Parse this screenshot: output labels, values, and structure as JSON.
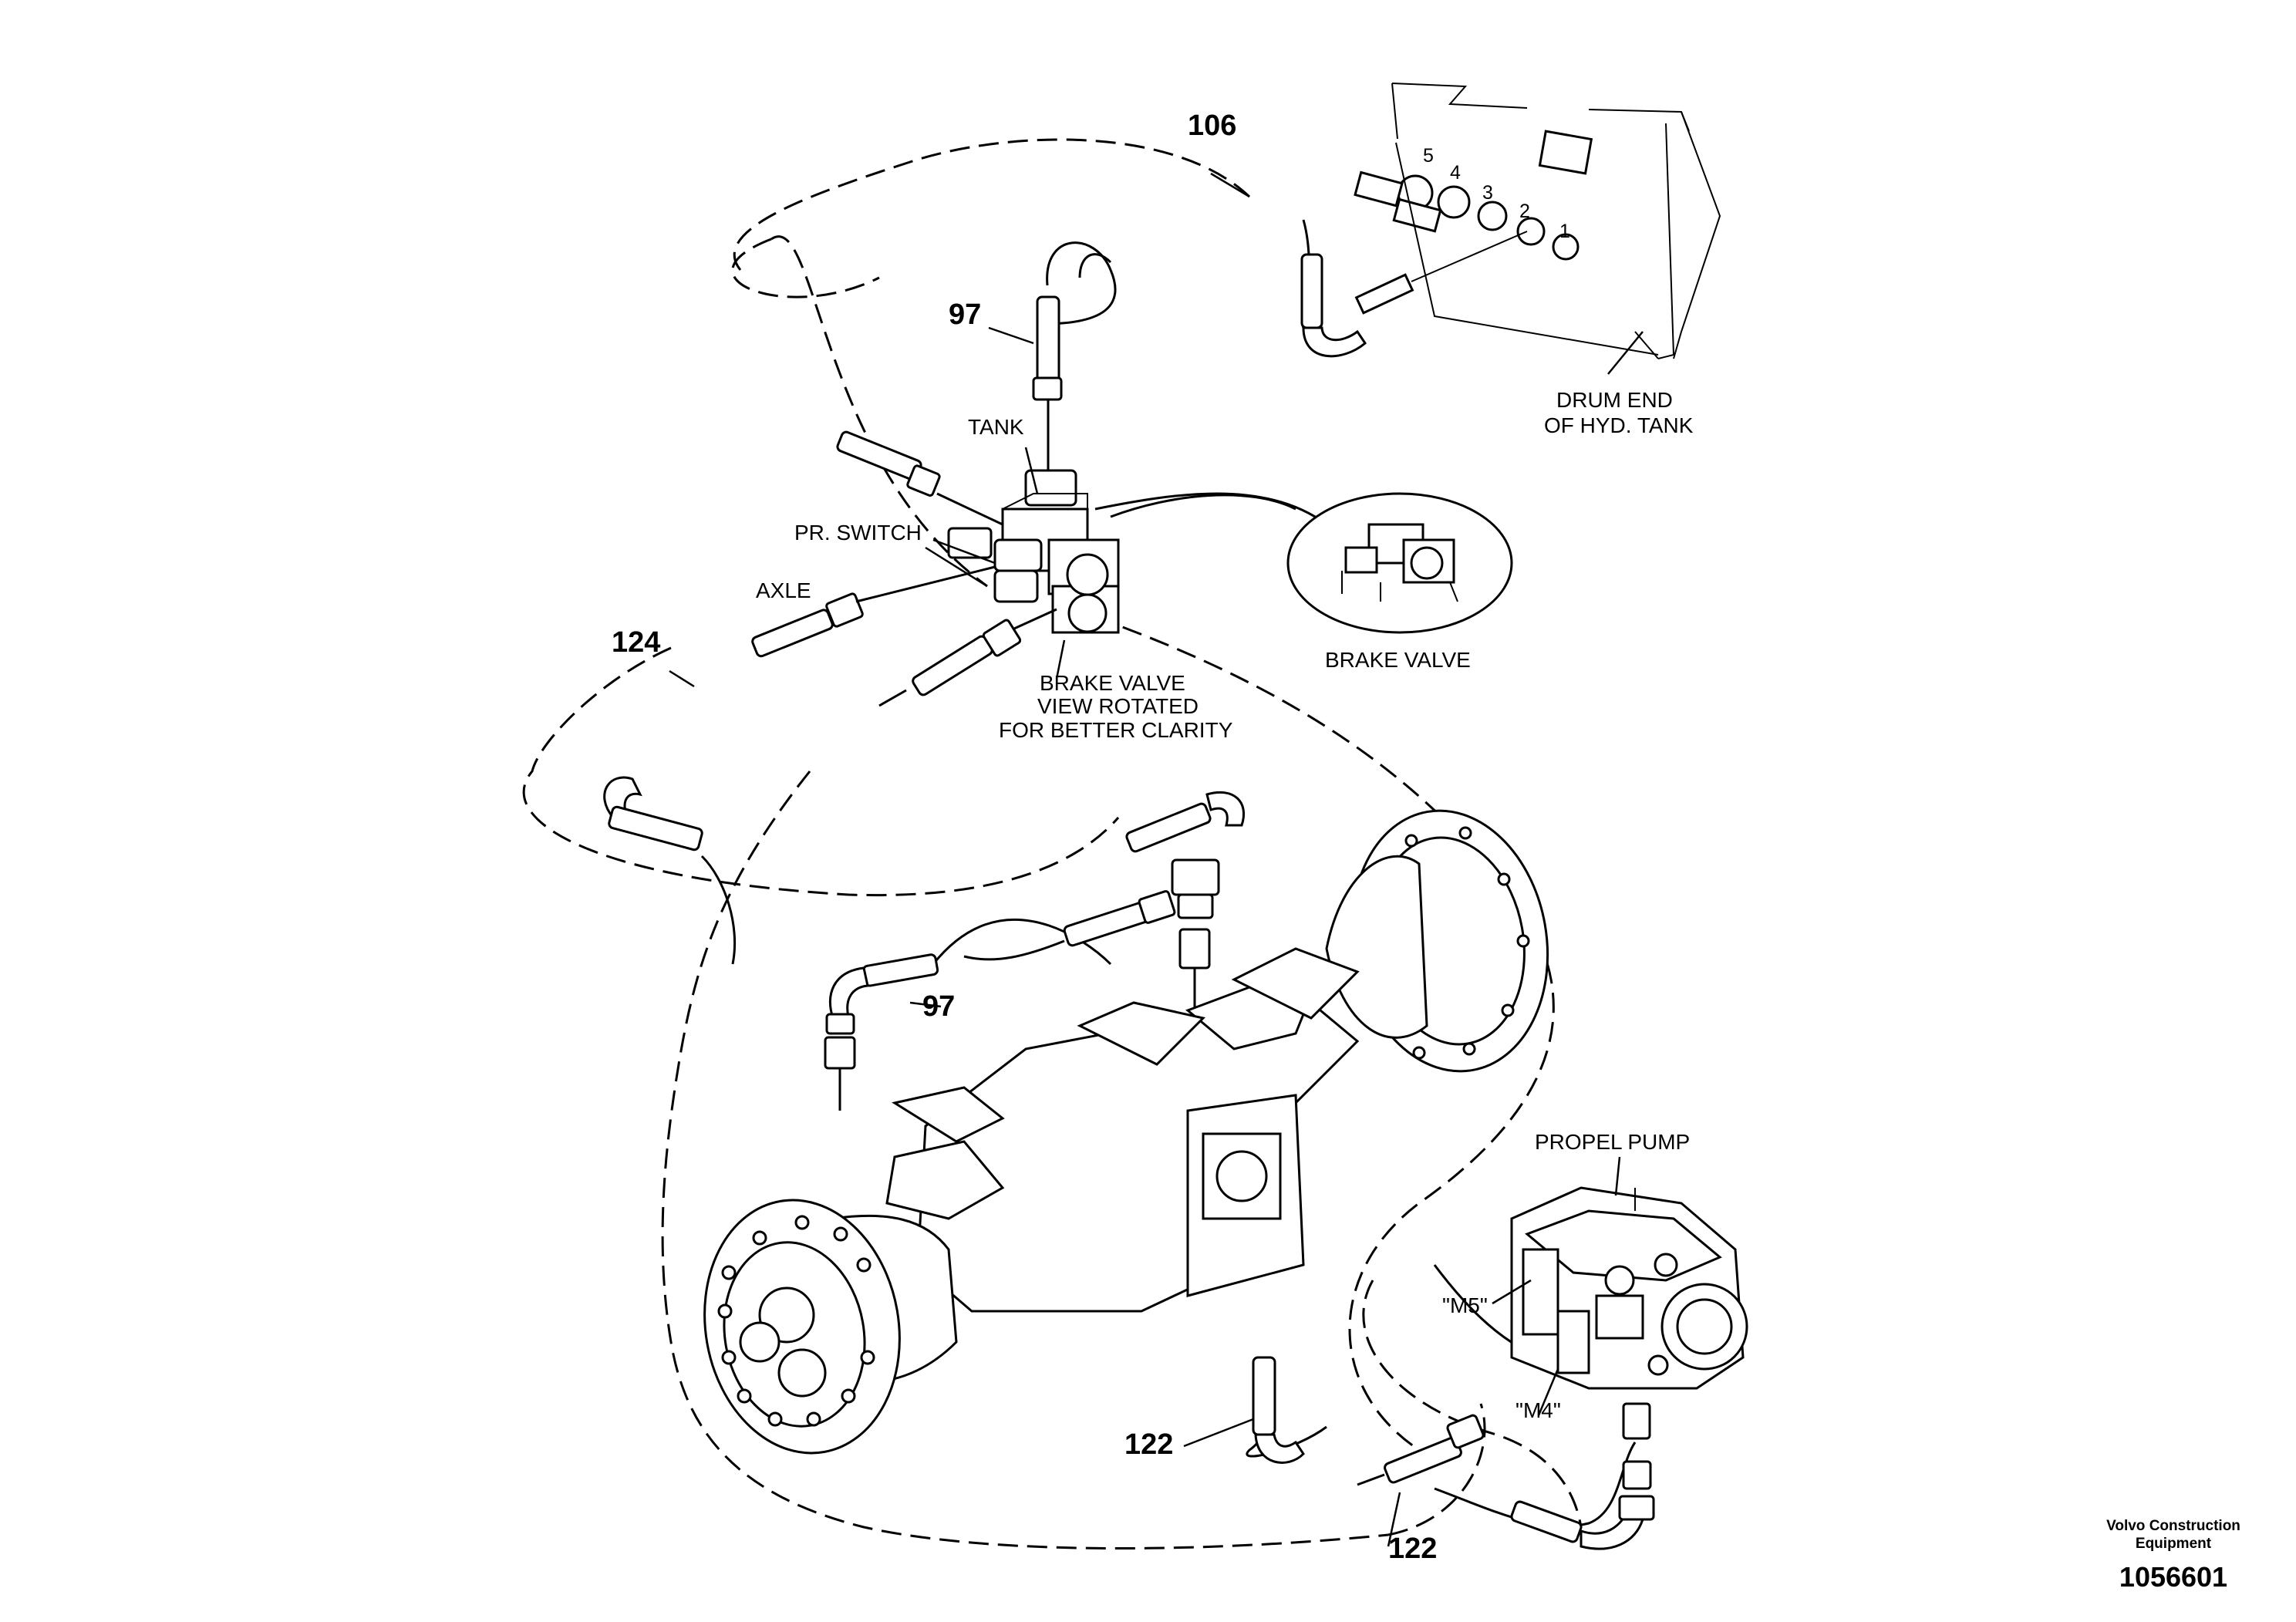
{
  "callouts": {
    "c106": "106",
    "c97_top": "97",
    "c97_mid": "97",
    "c124": "124",
    "c122_a": "122",
    "c122_b": "122"
  },
  "labels": {
    "tank": "TANK",
    "pr_switch": "PR. SWITCH",
    "axle": "AXLE",
    "brake_valve_rot_1": "BRAKE VALVE",
    "brake_valve_rot_2": "VIEW ROTATED",
    "brake_valve_rot_3": "FOR BETTER CLARITY",
    "brake_valve": "BRAKE VALVE",
    "drum_end_1": "DRUM END",
    "drum_end_2": "OF HYD. TANK",
    "propel_pump": "PROPEL PUMP",
    "m5": "\"M5\"",
    "m4": "\"M4\""
  },
  "port_numbers": [
    "5",
    "4",
    "3",
    "2",
    "1"
  ],
  "footer": {
    "brand_line1": "Volvo Construction",
    "brand_line2": "Equipment",
    "doc_number": "1056601"
  }
}
